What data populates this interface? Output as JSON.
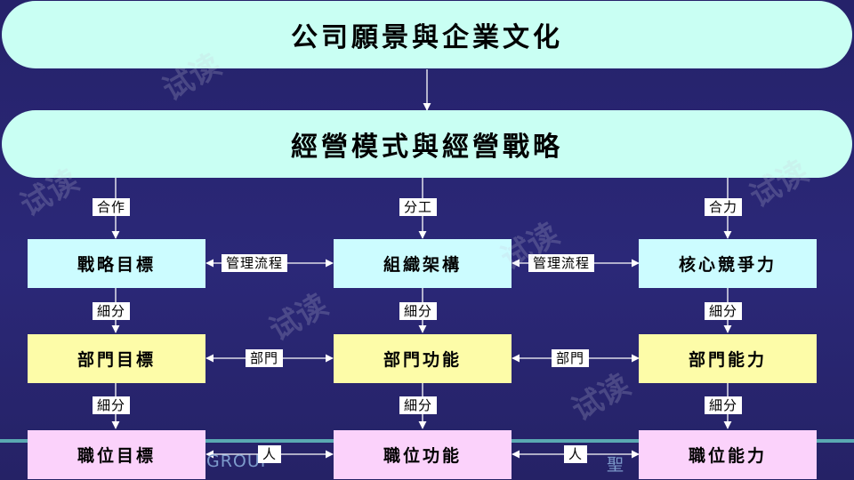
{
  "title_banner": "公司願景與企業文化",
  "strategy_banner": "經營模式與經營戰略",
  "columns": [
    {
      "top_label": "合作",
      "row1": "戰略目標",
      "split1": "細分",
      "row2": "部門目標",
      "split2": "細分",
      "row3": "職位目標"
    },
    {
      "top_label": "分工",
      "row1": "組織架構",
      "split1": "細分",
      "row2": "部門功能",
      "split2": "細分",
      "row3": "職位功能"
    },
    {
      "top_label": "合力",
      "row1": "核心競爭力",
      "split1": "細分",
      "row2": "部門能力",
      "split2": "細分",
      "row3": "職位能力"
    }
  ],
  "horizontal_labels": {
    "row1_left": "管理流程",
    "row1_right": "管理流程",
    "row2_left": "部門",
    "row2_right": "部門",
    "row3_left": "人",
    "row3_right": "人"
  },
  "watermark_text": "试读",
  "footer": {
    "left": "GROUP",
    "right": "聖"
  },
  "colors": {
    "background": "#28256e",
    "banner": "#c9fff3",
    "row1_box": "#ccfcff",
    "row2_box": "#fdfca8",
    "row3_box": "#fbd2fb"
  }
}
